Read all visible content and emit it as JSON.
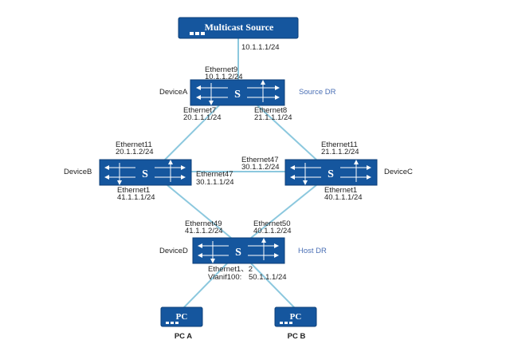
{
  "colors": {
    "device_fill": "#15569e",
    "device_stroke": "#0d3f78",
    "link": "#8cc8de",
    "role_text": "#4a6fb5"
  },
  "multicast_source": {
    "label": "Multicast Source",
    "ip": "10.1.1.1/24"
  },
  "devices": {
    "a": {
      "name": "DeviceA",
      "role": "Source DR",
      "symbol": "S",
      "ports": {
        "eth9": {
          "name": "Ethernet9",
          "ip": "10.1.1.2/24"
        },
        "eth7": {
          "name": "Ethernet7",
          "ip": "20.1.1.1/24"
        },
        "eth8": {
          "name": "Ethernet8",
          "ip": "21.1.1.1/24"
        }
      }
    },
    "b": {
      "name": "DeviceB",
      "symbol": "S",
      "ports": {
        "eth11": {
          "name": "Ethernet11",
          "ip": "20.1.1.2/24"
        },
        "eth47": {
          "name": "Ethernet47",
          "ip": "30.1.1.1/24"
        },
        "eth1": {
          "name": "Ethernet1",
          "ip": "41.1.1.1/24"
        }
      }
    },
    "c": {
      "name": "DeviceC",
      "symbol": "S",
      "ports": {
        "eth11": {
          "name": "Ethernet11",
          "ip": "21.1.1.2/24"
        },
        "eth47": {
          "name": "Ethernet47",
          "ip": "30.1.1.2/24"
        },
        "eth1": {
          "name": "Ethernet1",
          "ip": "40.1.1.1/24"
        }
      }
    },
    "d": {
      "name": "DeviceD",
      "role": "Host DR",
      "symbol": "S",
      "ports": {
        "eth49": {
          "name": "Ethernet49",
          "ip": "41.1.1.2/24"
        },
        "eth50": {
          "name": "Ethernet50",
          "ip": "40.1.1.2/24"
        },
        "eth12": {
          "name": "Ethernet1、2"
        },
        "vlanif": {
          "name": "Vlanif100:",
          "ip": "50.1.1.1/24"
        }
      }
    }
  },
  "pcs": {
    "a": {
      "icon": "PC",
      "label": "PC A"
    },
    "b": {
      "icon": "PC",
      "label": "PC B"
    }
  }
}
